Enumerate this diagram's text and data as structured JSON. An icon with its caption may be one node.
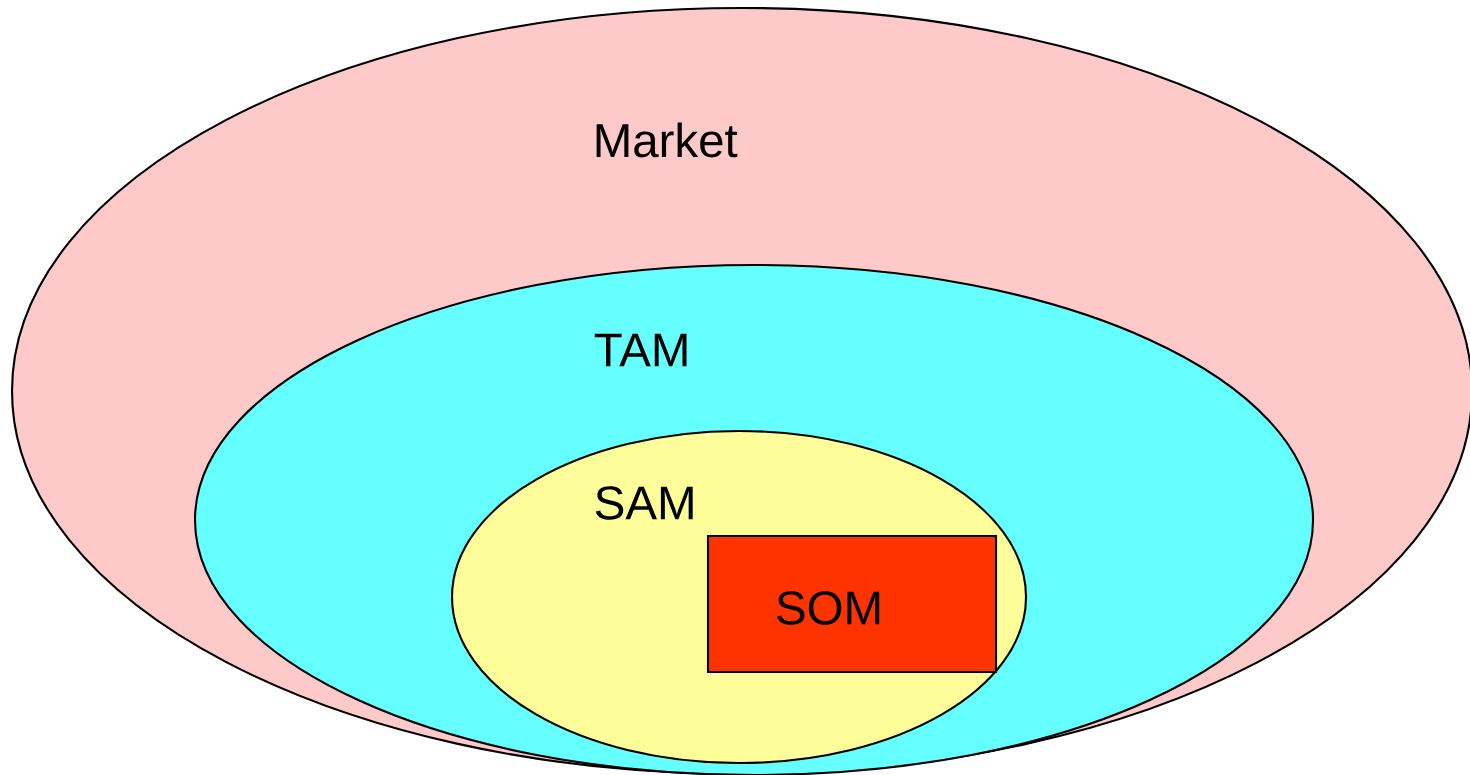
{
  "diagram": {
    "nodes": [
      {
        "text": [
          "Market"
        ]
      },
      {
        "text": [
          "TAM"
        ],
        "in": 0
      },
      {
        "text": [
          "SAM"
        ],
        "in": 1
      },
      {
        "text": [
          "SOM"
        ],
        "in": 2
      }
    ]
  }
}
